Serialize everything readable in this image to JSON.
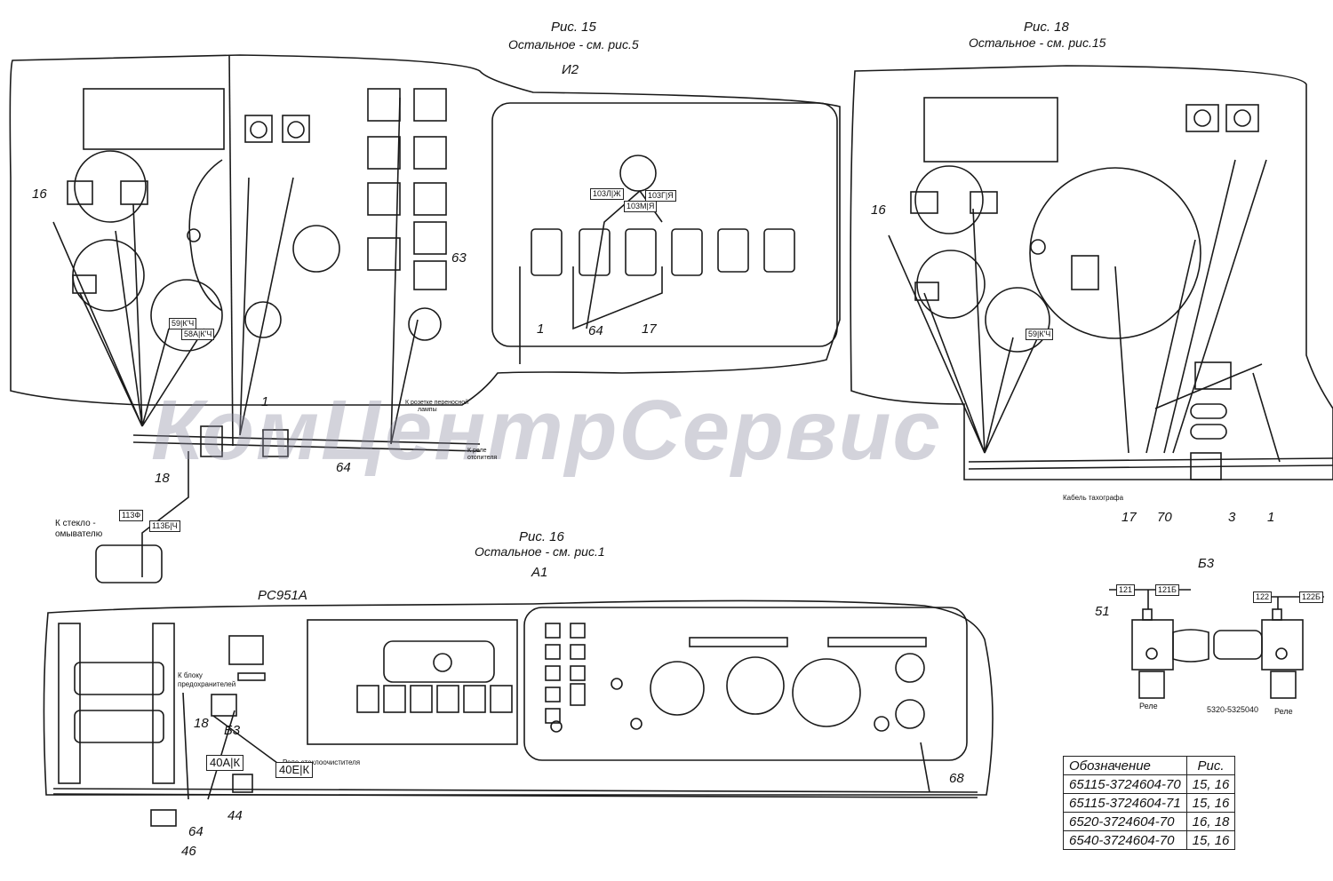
{
  "figures": {
    "fig15": {
      "title": "Рис. 15",
      "subtitle": "Остальное - см. рис.5",
      "panel": "И2"
    },
    "fig18": {
      "title": "Рис. 18",
      "subtitle": "Остальное - см. рис.15"
    },
    "fig16": {
      "title": "Рис. 16",
      "subtitle": "Остальное - см. рис.1",
      "panel": "А1"
    }
  },
  "watermark": "КомЦентрСервис",
  "callouts": {
    "c16a": "16",
    "c63": "63",
    "c1a": "1",
    "c64a": "64",
    "c18a": "18",
    "c1b": "1",
    "c64b": "64",
    "c17a": "17",
    "c16b": "16",
    "c17b": "17",
    "c70": "70",
    "c3": "3",
    "c1c": "1",
    "c51": "51",
    "c18b": "18",
    "c44": "44",
    "c64c": "64",
    "c46": "46",
    "c68": "68"
  },
  "notes": {
    "washer": "К стекло -",
    "washer2": "омывателю",
    "socket": "К розетке переносной",
    "socket2": "лампы",
    "relay_heater": "К реле",
    "relay_heater2": "отопителя",
    "tacho": "Кабель тахографа",
    "fuse_block": "К блоку",
    "fuse_block2": "предохранителей",
    "wiper_relay": "Реле стеклоочистителя",
    "rc": "РС951А",
    "b3": "Б3",
    "b3_detail": "Б3",
    "relay1": "Реле",
    "relay2": "Реле",
    "part": "5320-5325040"
  },
  "tags": {
    "t113f": "113Ф",
    "t113b": "113Б|Ч",
    "t103l": "103Л|Ж",
    "t103m": "103М|Я",
    "t103g": "103Г|Я",
    "t40a": "40А|К",
    "t40e": "40Е|К",
    "t121": "121",
    "t121b": "121Б",
    "t122": "122",
    "t122b": "122Б",
    "t59k": "59|К'Ч",
    "t58a": "58А|К'Ч",
    "t59b": "59|К'Ч"
  },
  "legend": {
    "headers": [
      "Обозначение",
      "Рис."
    ],
    "rows": [
      [
        "65115-3724604-70",
        "15, 16"
      ],
      [
        "65115-3724604-71",
        "15, 16"
      ],
      [
        "6520-3724604-70",
        "16, 18"
      ],
      [
        "6540-3724604-70",
        "15, 16"
      ]
    ]
  },
  "colors": {
    "line": "#1a1a1a",
    "watermark": "#8c8ca0"
  }
}
